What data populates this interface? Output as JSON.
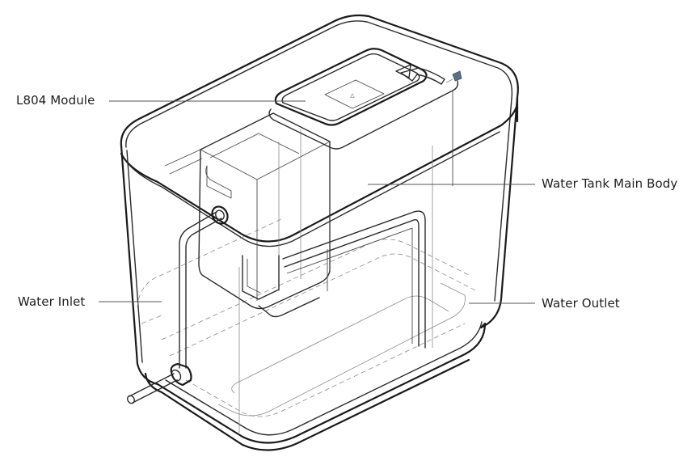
{
  "diagram": {
    "type": "isometric technical line drawing",
    "subject": "Water tank assembly",
    "callouts": [
      {
        "id": "module",
        "label": "L804 Module"
      },
      {
        "id": "main_body",
        "label": "Water Tank Main Body"
      },
      {
        "id": "inlet",
        "label": "Water Inlet"
      },
      {
        "id": "outlet",
        "label": "Water Outlet"
      }
    ],
    "module_display_glyph": "△",
    "rotation_arrow": "curved-arrow-counterclockwise",
    "indicator_color": "#5a7184",
    "line_color": "#1a1a1a",
    "background_color": "#ffffff"
  }
}
